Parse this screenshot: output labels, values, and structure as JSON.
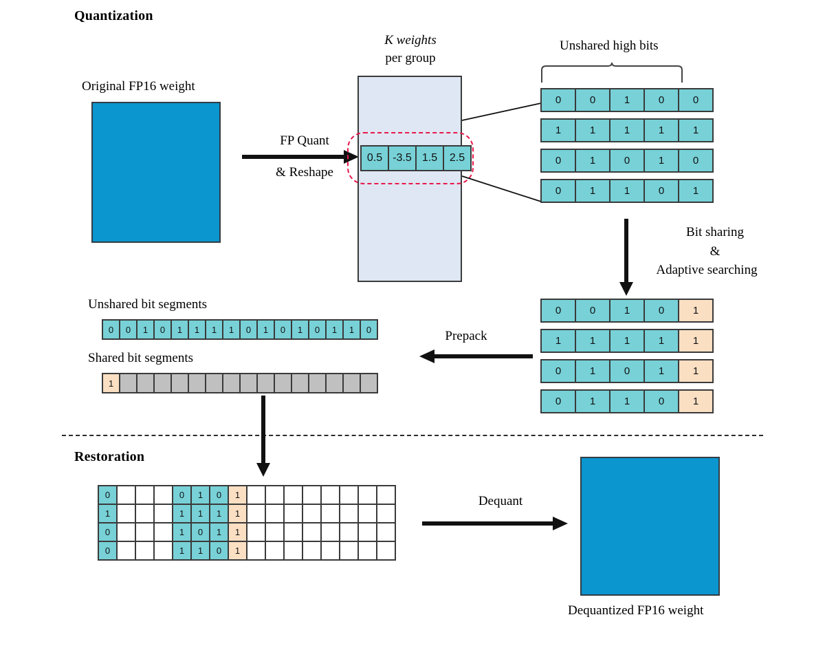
{
  "sections": {
    "quantization_title": "Quantization",
    "restoration_title": "Restoration"
  },
  "labels": {
    "original_weight": "Original FP16 weight",
    "k_weights_line1": "K weights",
    "k_weights_line2": "per group",
    "unshared_high_bits": "Unshared high bits",
    "unshared_bit_segments": "Unshared bit segments",
    "shared_bit_segments": "Shared bit segments",
    "dequantized_weight": "Dequantized FP16 weight"
  },
  "arrows": {
    "fp_quant_line1": "FP Quant",
    "fp_quant_line2": "& Reshape",
    "bit_sharing_line1": "Bit sharing",
    "bit_sharing_line2": "&",
    "bit_sharing_line3": "Adaptive searching",
    "prepack": "Prepack",
    "dequant": "Dequant"
  },
  "group_values": [
    "0.5",
    "-3.5",
    "1.5",
    "2.5"
  ],
  "unshared_high_bits_matrix": [
    [
      "0",
      "0",
      "1",
      "0",
      "0"
    ],
    [
      "1",
      "1",
      "1",
      "1",
      "1"
    ],
    [
      "0",
      "1",
      "0",
      "1",
      "0"
    ],
    [
      "0",
      "1",
      "1",
      "0",
      "1"
    ]
  ],
  "shared_bits_matrix": [
    [
      "0",
      "0",
      "1",
      "0",
      "1"
    ],
    [
      "1",
      "1",
      "1",
      "1",
      "1"
    ],
    [
      "0",
      "1",
      "0",
      "1",
      "1"
    ],
    [
      "0",
      "1",
      "1",
      "0",
      "1"
    ]
  ],
  "unshared_segment_strip": [
    "0",
    "0",
    "1",
    "0",
    "1",
    "1",
    "1",
    "1",
    "0",
    "1",
    "0",
    "1",
    "0",
    "1",
    "1",
    "0"
  ],
  "shared_segment_strip": [
    "1",
    "",
    "",
    "",
    "",
    "",
    "",
    "",
    "",
    "",
    "",
    "",
    "",
    "",
    "",
    ""
  ],
  "restoration_grid": [
    [
      "0",
      "",
      "",
      "",
      "0",
      "1",
      "0",
      "1",
      "",
      "",
      "",
      "",
      "",
      "",
      "",
      ""
    ],
    [
      "1",
      "",
      "",
      "",
      "1",
      "1",
      "1",
      "1",
      "",
      "",
      "",
      "",
      "",
      "",
      "",
      ""
    ],
    [
      "0",
      "",
      "",
      "",
      "1",
      "0",
      "1",
      "1",
      "",
      "",
      "",
      "",
      "",
      "",
      "",
      ""
    ],
    [
      "0",
      "",
      "",
      "",
      "1",
      "1",
      "0",
      "1",
      "",
      "",
      "",
      "",
      "",
      "",
      "",
      ""
    ]
  ],
  "colors": {
    "weight_blue": "#0b96cf",
    "teal": "#77d1d7",
    "peach": "#fadfc3",
    "gray": "#c0c0c0",
    "group_light_blue": "#dee7f3",
    "highlight_red": "#e8174b",
    "outline": "#3a3a3a"
  }
}
